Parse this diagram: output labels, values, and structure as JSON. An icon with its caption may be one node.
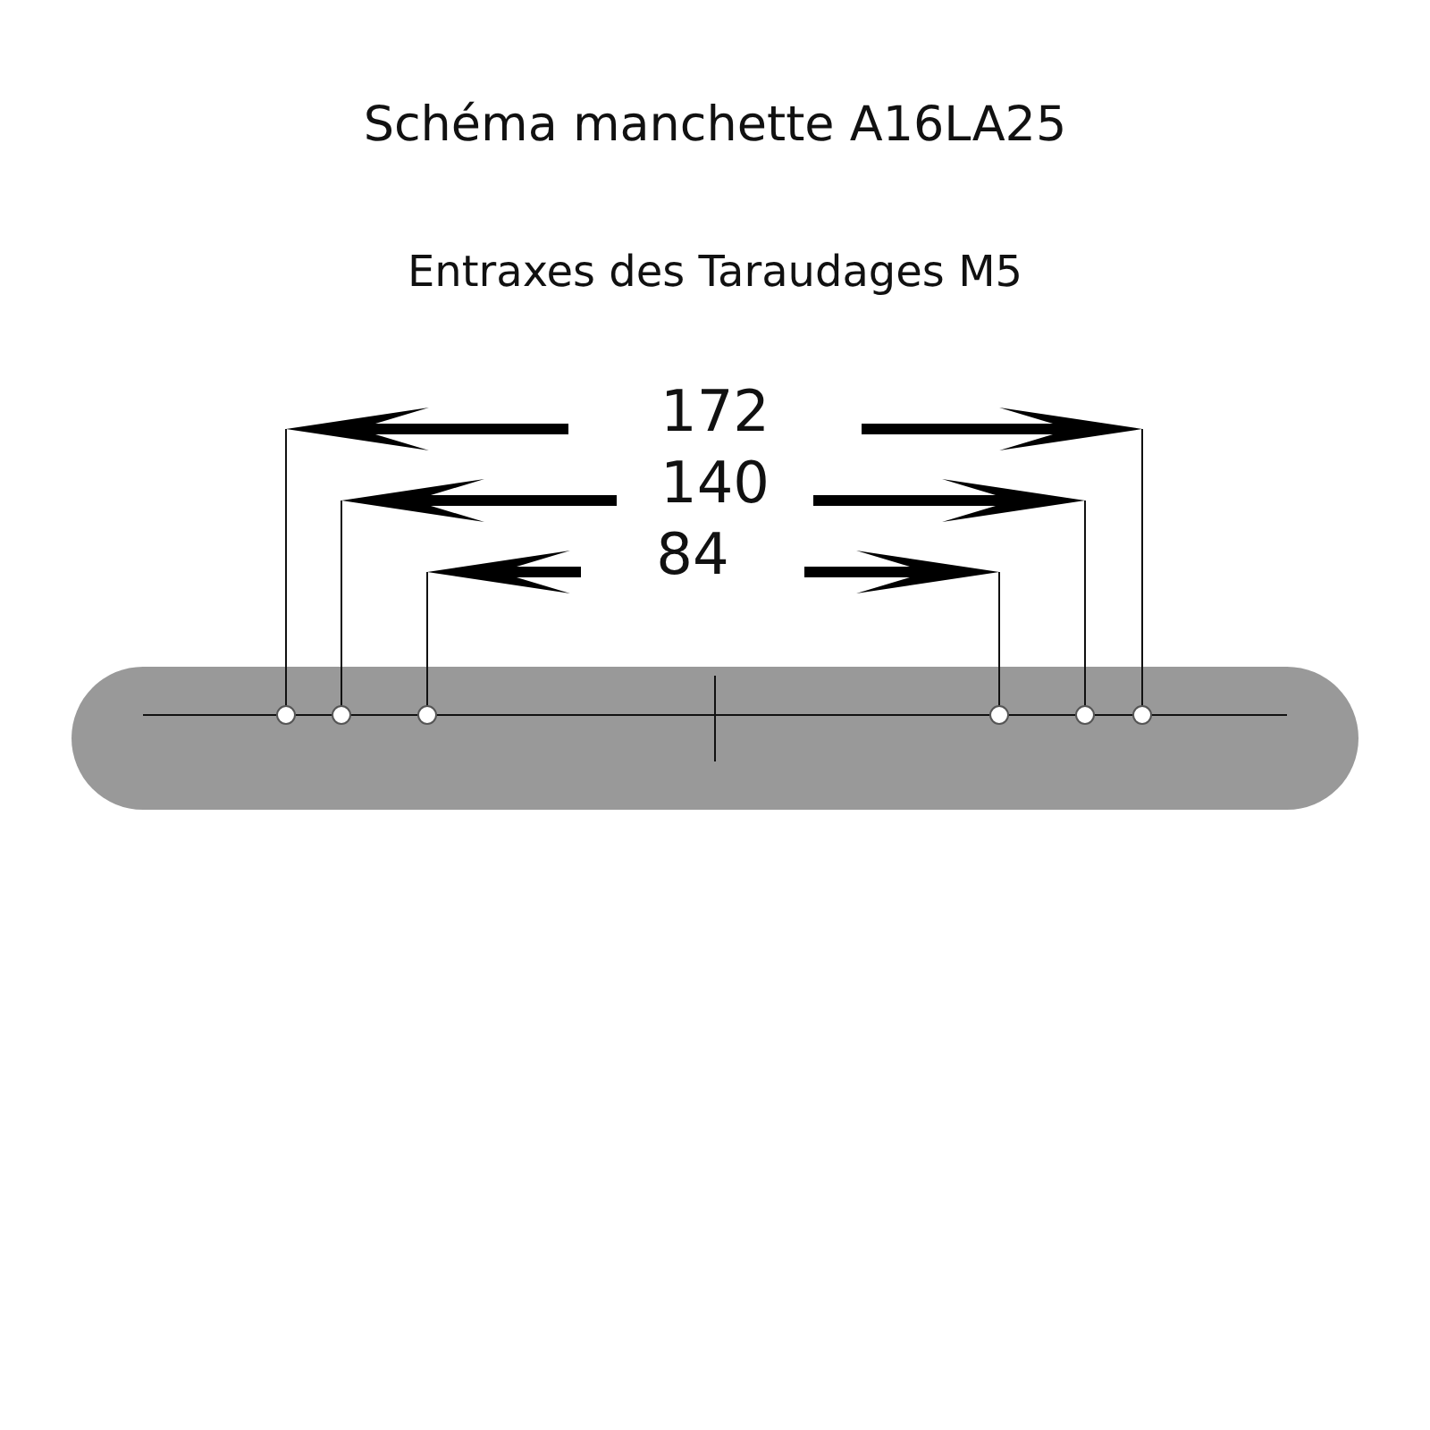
{
  "diagram": {
    "title": "Schéma manchette A16LA25",
    "labels": [
      "Entraxes des Taraudages M5",
      "172",
      "140",
      "84"
    ]
  }
}
